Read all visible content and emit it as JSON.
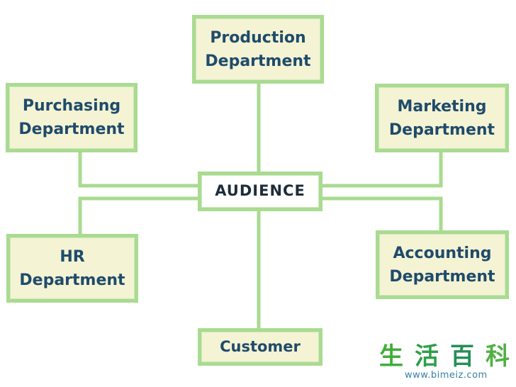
{
  "diagram": {
    "center": {
      "label": "AUDIENCE"
    },
    "nodes": [
      {
        "id": "production",
        "lines": [
          "Production",
          "Department"
        ]
      },
      {
        "id": "purchasing",
        "lines": [
          "Purchasing",
          "Department"
        ]
      },
      {
        "id": "marketing",
        "lines": [
          "Marketing",
          "Department"
        ]
      },
      {
        "id": "hr",
        "lines": [
          "HR",
          "Department"
        ]
      },
      {
        "id": "accounting",
        "lines": [
          "Accounting",
          "Department"
        ]
      },
      {
        "id": "customer",
        "lines": [
          "Customer"
        ]
      }
    ],
    "edges": [
      {
        "from": "audience",
        "to": "production"
      },
      {
        "from": "audience",
        "to": "purchasing"
      },
      {
        "from": "audience",
        "to": "marketing"
      },
      {
        "from": "audience",
        "to": "hr"
      },
      {
        "from": "audience",
        "to": "accounting"
      },
      {
        "from": "audience",
        "to": "customer"
      }
    ]
  },
  "colors": {
    "box_fill": "#f4f3d4",
    "box_border": "#a9db90",
    "connector": "#a9db90",
    "text": "#1f4b6b"
  },
  "watermark": {
    "chars": [
      "生",
      "活",
      "百",
      "科"
    ],
    "url": "www.bimeiz.com"
  }
}
